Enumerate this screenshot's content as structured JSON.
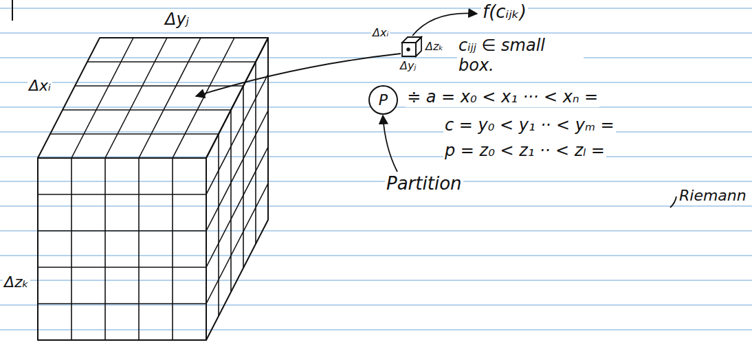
{
  "diagram": {
    "nodes": [
      {
        "text": [
          "P"
        ]
      }
    ],
    "labels": [
      "Δyⱼ",
      "f(cᵢⱼₖ)",
      "Δxᵢ",
      "Δzₖ",
      "cᵢⱼⱼ ∈ small box.",
      "Δxᵢ",
      "Δyⱼ",
      "≑ a = x₀ < x₁ ··· < xₙ =",
      "c = y₀ < y₁ ·· < yₘ =",
      "p = z₀ < z₁ ·· < zₗ =",
      "Partition",
      "Riemann",
      "Δzₖ"
    ]
  }
}
